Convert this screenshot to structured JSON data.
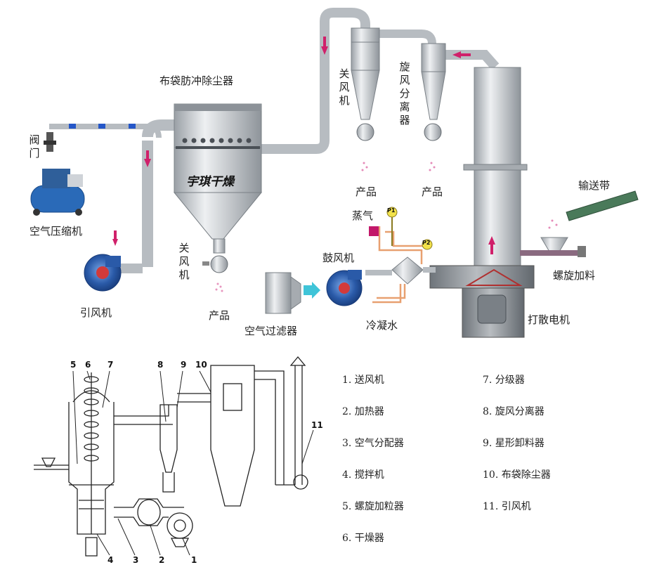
{
  "top_diagram": {
    "labels": {
      "bag_filter": "布袋肪冲除尘器",
      "valve": "阀门",
      "air_compressor": "空气压缩机",
      "induced_fan": "引风机",
      "airlock_left": "关风机",
      "product_left": "产品",
      "airlock_mid": "关风机",
      "product_mid": "产品",
      "cyclone": "旋风分离器",
      "product_right": "产品",
      "steam": "蒸气",
      "blower": "鼓风机",
      "air_filter": "空气过滤器",
      "condensate": "冷凝水",
      "conveyor": "输送带",
      "screw_feed": "螺旋加料",
      "motor": "打散电机",
      "brand": "宇琪干燥",
      "gauge_p1": "P1",
      "gauge_p2": "P2"
    },
    "colors": {
      "equipment": "#c8ccd0",
      "pipe": "#b9bec3",
      "flow_arrow": "#d0206a",
      "blue_marker": "#2456c8",
      "fan_blue": "#2a5aa8",
      "steam_box": "#c2186a",
      "air_arrow": "#3fc4d8",
      "steam_pipe": "#e8a070",
      "conveyor_green": "#4a7a5a"
    }
  },
  "schematic": {
    "numbers": [
      "1",
      "2",
      "3",
      "4",
      "5",
      "6",
      "7",
      "8",
      "9",
      "10",
      "11"
    ]
  },
  "legend": [
    "1. 送风机",
    "2. 加热器",
    "3. 空气分配器",
    "4. 搅拌机",
    "5. 螺旋加粒器",
    "6. 干燥器",
    "7. 分级器",
    "8. 旋风分离器",
    "9. 星形卸料器",
    "10. 布袋除尘器",
    "11. 引风机"
  ]
}
